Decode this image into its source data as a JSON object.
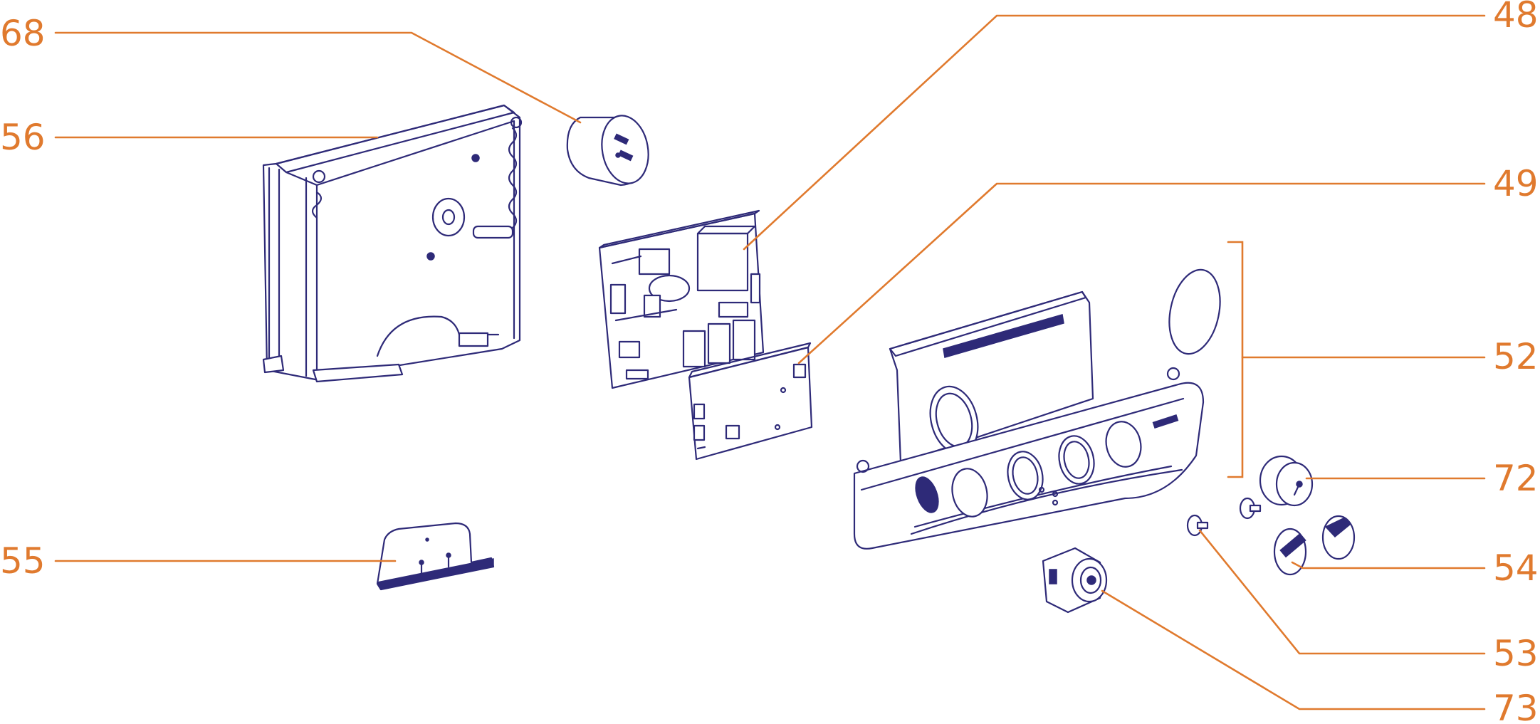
{
  "colors": {
    "parts": "#2e2a78",
    "callouts": "#e07a2e",
    "background": "#ffffff"
  },
  "callouts": {
    "c68": "68",
    "c56": "56",
    "c55": "55",
    "c48": "48",
    "c49": "49",
    "c52": "52",
    "c72": "72",
    "c54": "54",
    "c53": "53",
    "c73": "73"
  }
}
